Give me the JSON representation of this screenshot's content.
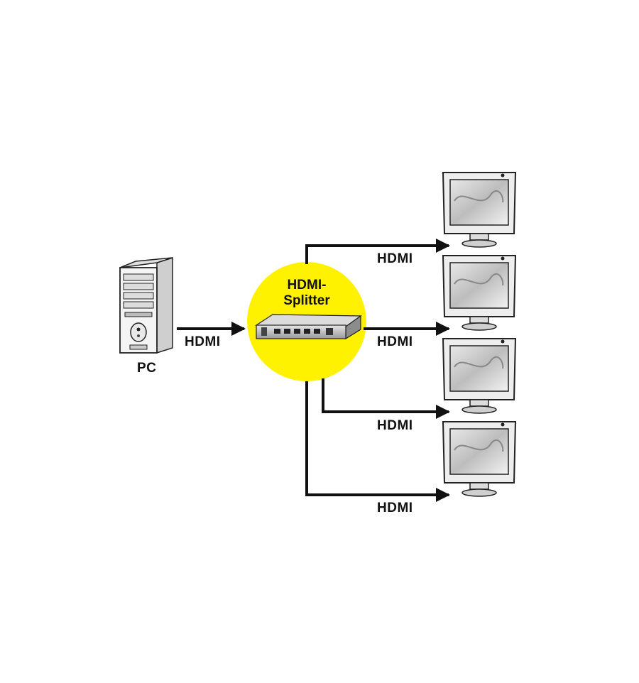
{
  "labels": {
    "pc": "PC",
    "pc_link": "HDMI",
    "splitter_line1": "HDMI-",
    "splitter_line2": "Splitter",
    "outputs": [
      "HDMI",
      "HDMI",
      "HDMI",
      "HDMI"
    ]
  },
  "colors": {
    "splitter_circle": "#FFF200",
    "lines": "#111111",
    "background": "#FFFFFF"
  },
  "icons": {
    "source": "pc-tower-icon",
    "hub": "hdmi-splitter-box-icon",
    "displays": [
      "monitor-icon",
      "monitor-icon",
      "monitor-icon",
      "monitor-icon"
    ]
  }
}
